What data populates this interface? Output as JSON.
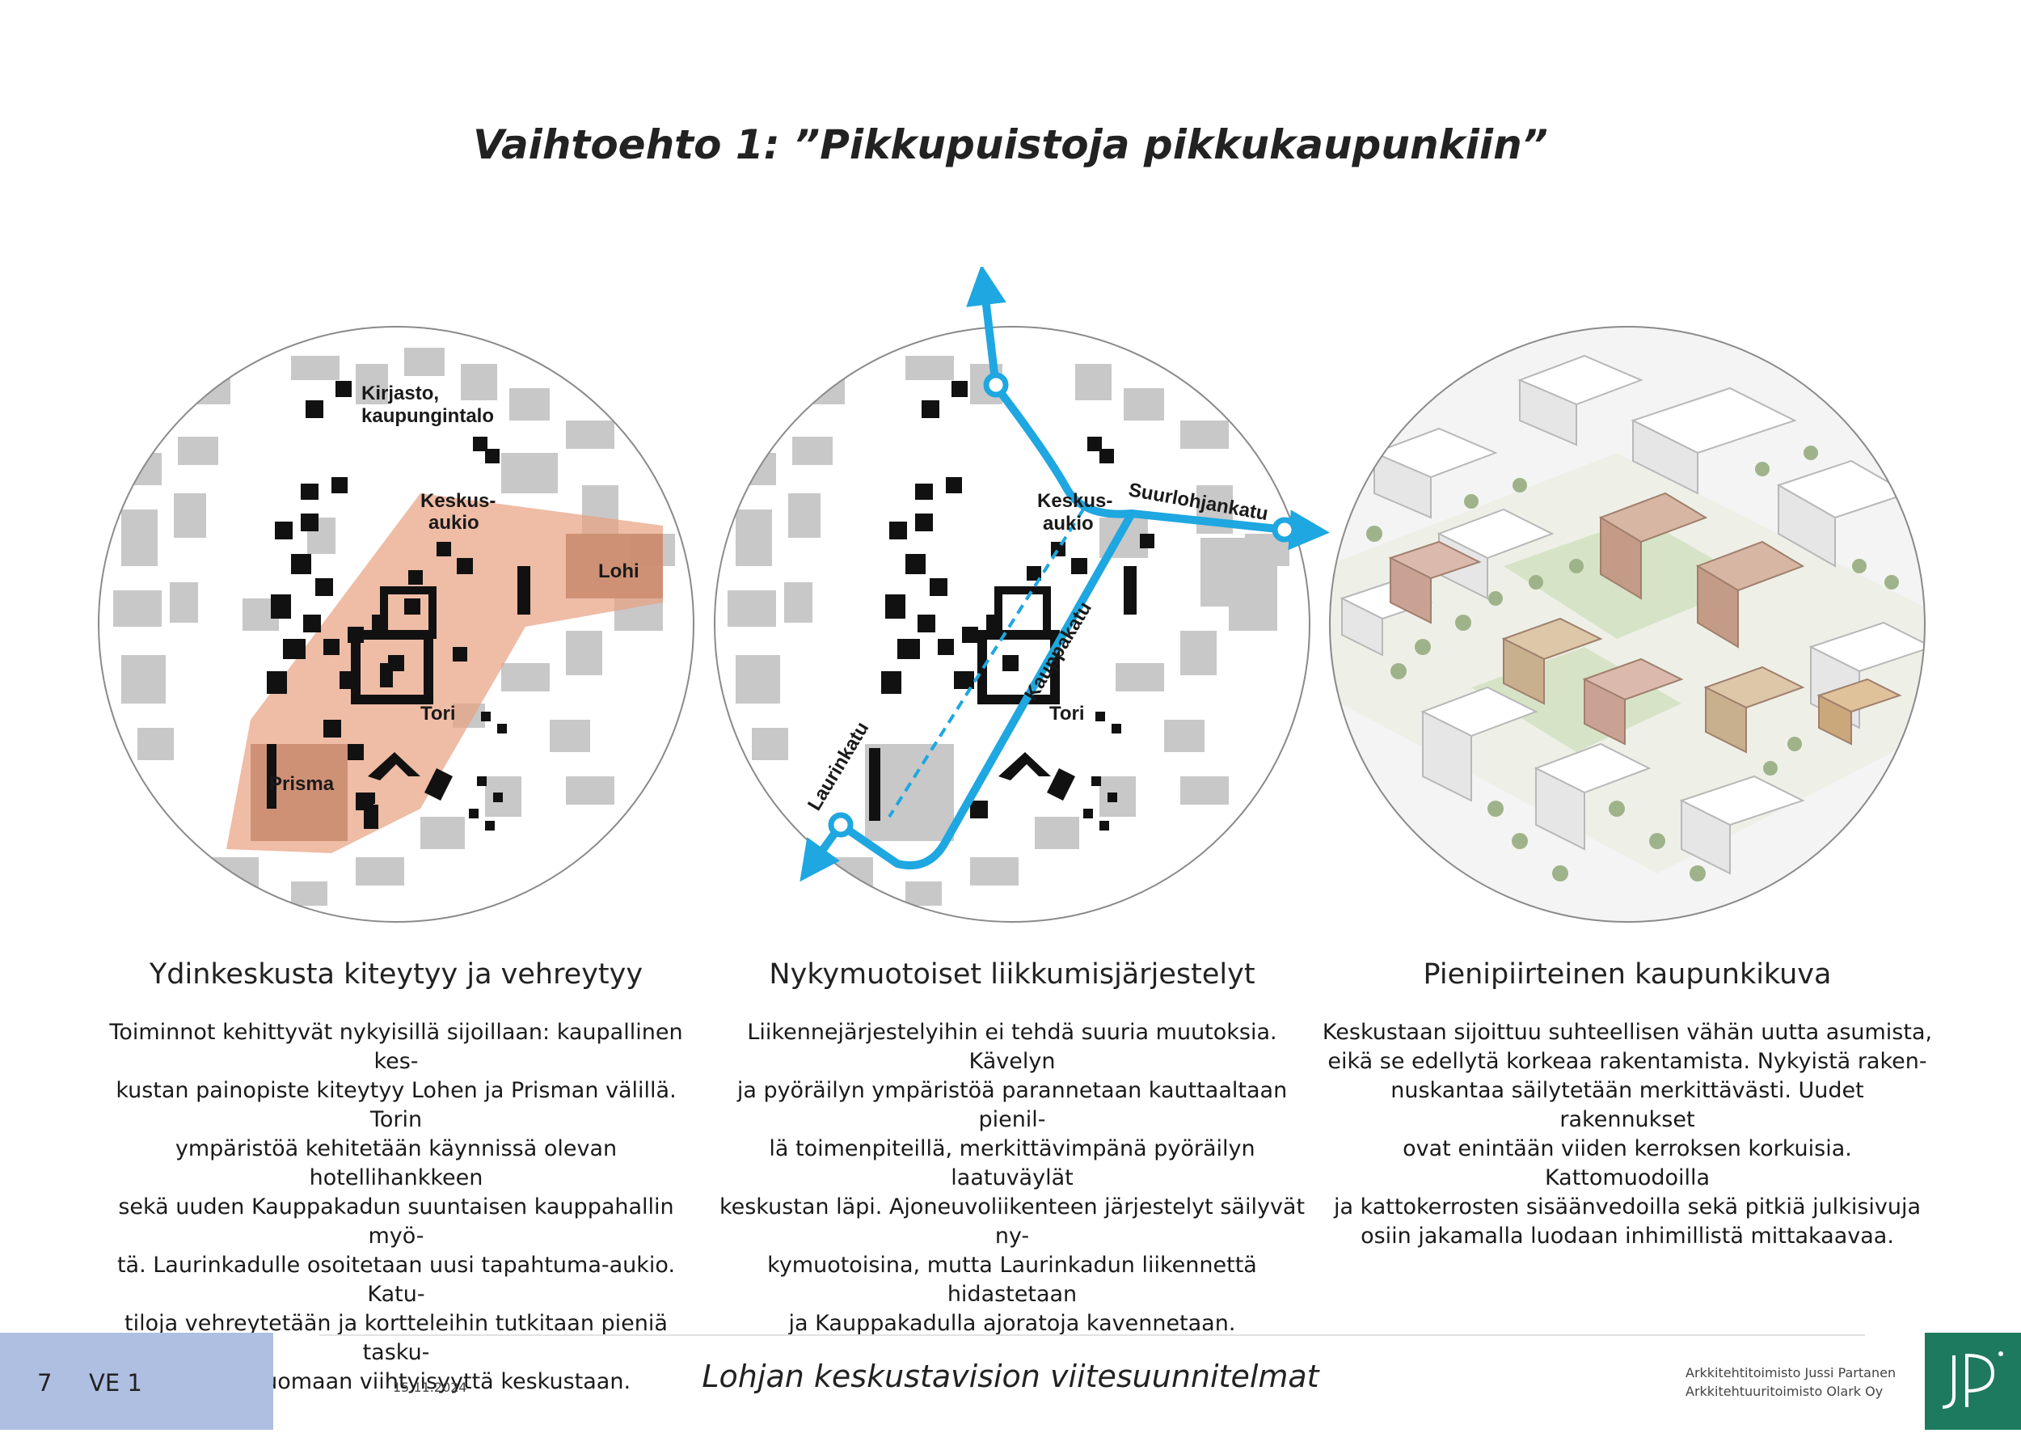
{
  "page": {
    "title": "Vaihtoehto 1: ”Pikkupuistoja pikkukaupunkiin”"
  },
  "colors": {
    "core_zone": "#e8a080",
    "cycle_route": "#1ea7e0",
    "footer_box": "#aebfe2",
    "logo_bg": "#1e7a5f"
  },
  "maps": {
    "left": {
      "labels": {
        "library": [
          "Kirjasto,",
          "kaupungintalo"
        ],
        "square": [
          "Keskus-",
          "aukio"
        ],
        "lohi": "Lohi",
        "tori": "Tori",
        "prisma": "Prisma"
      }
    },
    "middle": {
      "labels": {
        "square": [
          "Keskus-",
          "aukio"
        ],
        "street_north": "Suurlohjankatu",
        "street_main": "Kauppakatu",
        "street_west": "Laurinkatu",
        "tori": "Tori"
      }
    }
  },
  "columns": [
    {
      "heading": "Ydinkeskusta kiteytyy ja vehreytyy",
      "lines": [
        "Toiminnot kehittyvät nykyisillä sijoillaan: kaupallinen kes-",
        "kustan painopiste kiteytyy Lohen ja Prisman välillä. Torin",
        "ympäristöä kehitetään käynnissä olevan hotellihankkeen",
        "sekä uuden Kauppakadun suuntaisen kauppahallin myö-",
        "tä. Laurinkadulle osoitetaan uusi tapahtuma-aukio. Katu-",
        "tiloja vehreytetään ja kortteleihin tutkitaan pieniä tasku-",
        "puistoja tuomaan viihtyisyyttä keskustaan."
      ]
    },
    {
      "heading": "Nykymuotoiset liikkumisjärjestelyt",
      "lines": [
        "Liikennejärjestelyihin ei tehdä suuria muutoksia. Kävelyn",
        "ja pyöräilyn ympäristöä parannetaan kauttaaltaan pienil-",
        "lä toimenpiteillä, merkittävimpänä pyöräilyn laatuväylät",
        "keskustan läpi. Ajoneuvoliikenteen järjestelyt säilyvät ny-",
        "kymuotoisina, mutta Laurinkadun liikennettä hidastetaan",
        "ja Kauppakadulla ajoratoja kavennetaan."
      ]
    },
    {
      "heading": "Pienipiirteinen kaupunkikuva",
      "lines": [
        "Keskustaan sijoittuu suhteellisen vähän uutta asumista,",
        "eikä se edellytä korkeaa rakentamista. Nykyistä raken-",
        "nuskantaa säilytetään merkittävästi. Uudet rakennukset",
        "ovat enintään viiden kerroksen korkuisia. Kattomuodoilla",
        "ja kattokerrosten sisäänvedoilla sekä pitkiä julkisivuja",
        "osiin jakamalla luodaan inhimillistä mittakaavaa."
      ]
    }
  ],
  "footer": {
    "page_number": "7",
    "section": "VE 1",
    "date": "15.11.2024",
    "title": "Lohjan keskustavision viitesuunnitelmat",
    "firm1": "Arkkitehtitoimisto Jussi Partanen",
    "firm2": "Arkkitehtuuritoimisto Olark Oy"
  }
}
